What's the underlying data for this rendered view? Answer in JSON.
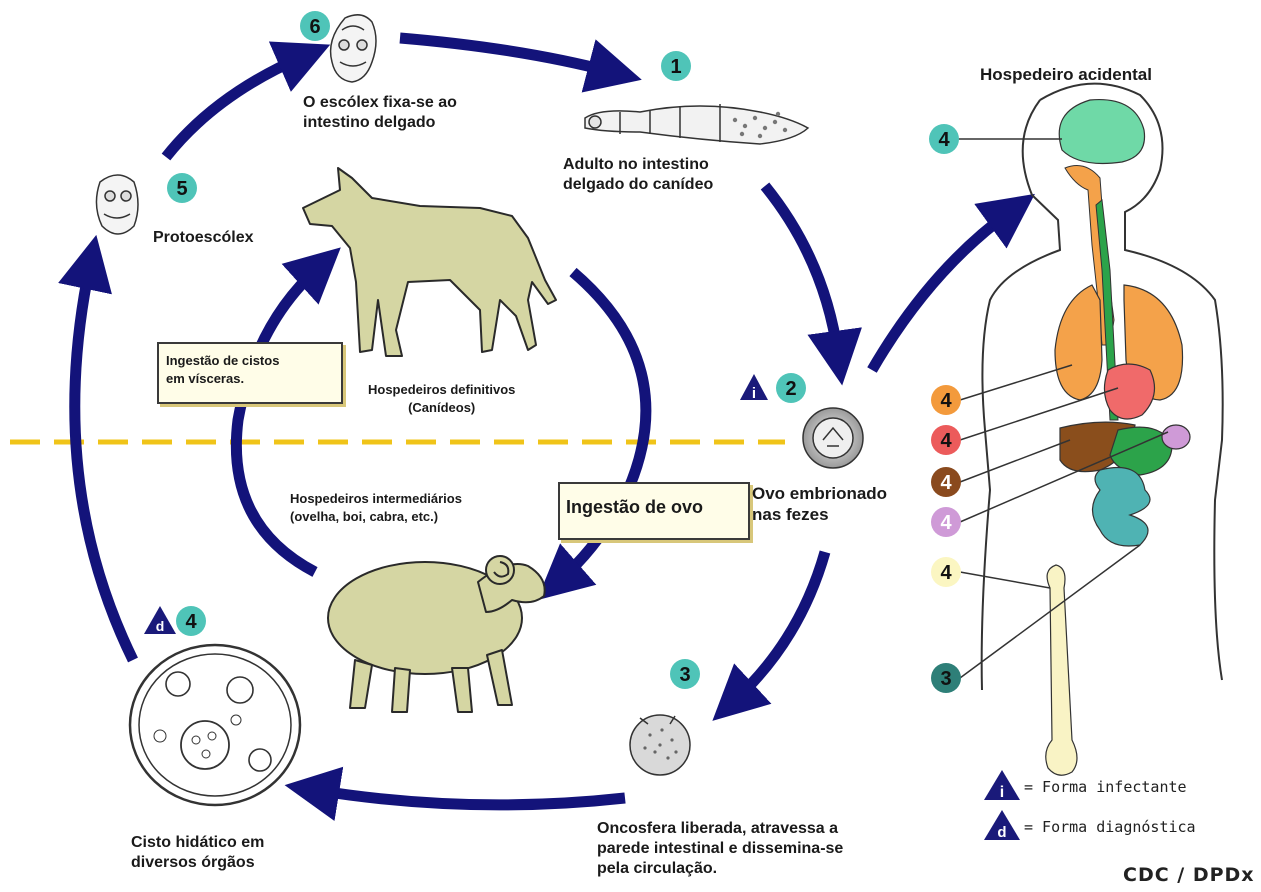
{
  "labels": {
    "stage1": "Adulto no intestino\ndelgado do canídeo",
    "stage2": "Ovo embrionado\nnas fezes",
    "stage3": "Oncosfera liberada, atravessa a\nparede intestinal e dissemina-se\npela circulação.",
    "stage4": "Cisto hidático em\ndiversos órgãos",
    "stage5": "Protoescólex",
    "stage6": "O escólex fixa-se ao\nintestino delgado",
    "definitive_host": "Hospedeiros definitivos\n(Canídeos)",
    "intermediate_host": "Hospedeiros intermediários\n(ovelha, boi, cabra, etc.)",
    "ingestion_cysts": "Ingestão de cistos\nem vísceras.",
    "ingestion_egg": "Ingestão de ovo",
    "accidental_host": "Hospedeiro acidental"
  },
  "stage_numbers": {
    "one": "1",
    "two": "2",
    "three": "3",
    "four": "4",
    "five": "5",
    "six": "6"
  },
  "organ_markers": {
    "brain": "4",
    "lungs": "4",
    "heart": "4",
    "liver": "4",
    "spleen": "4",
    "bone": "4",
    "intestine": "3"
  },
  "legend": {
    "infective_symbol": "i",
    "infective_text": "= Forma infectante",
    "diagnostic_symbol": "d",
    "diagnostic_text": "= Forma diagnóstica"
  },
  "credit": "CDC / DPDx",
  "colors": {
    "arrow": "#13137a",
    "badge_teal": "#4fc4b8",
    "badge_orange": "#f39a3c",
    "badge_red": "#ec5b5b",
    "badge_brown": "#8a4a1e",
    "badge_purple": "#cf9ad7",
    "badge_yellow": "#fbf6c2",
    "badge_darkteal": "#2e7f78",
    "divider": "#f0c419",
    "animal": "#d5d6a3",
    "brain": "#6fd9a7",
    "lung": "#f4a24a",
    "heart": "#f06a6a",
    "liver": "#8a4e1c",
    "gut": "#2ca34a",
    "intestine": "#4fb3b3",
    "spleen": "#cf9ad7",
    "bone": "#f9f3c5"
  }
}
